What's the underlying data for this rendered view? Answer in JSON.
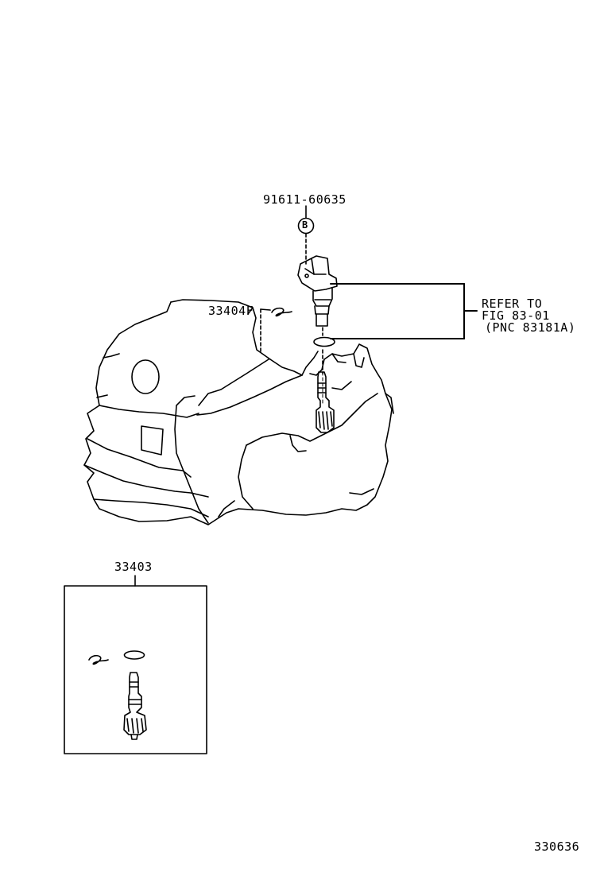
{
  "diagram": {
    "labels": {
      "bolt_part": "91611-60635",
      "bolt_callout": "B",
      "oring_part": "33404F",
      "kit_part": "33403",
      "refer_line1": "REFER TO",
      "refer_line2": "FIG 83-01",
      "refer_line3": "(PNC 83181A)",
      "figure_number": "330636"
    }
  }
}
